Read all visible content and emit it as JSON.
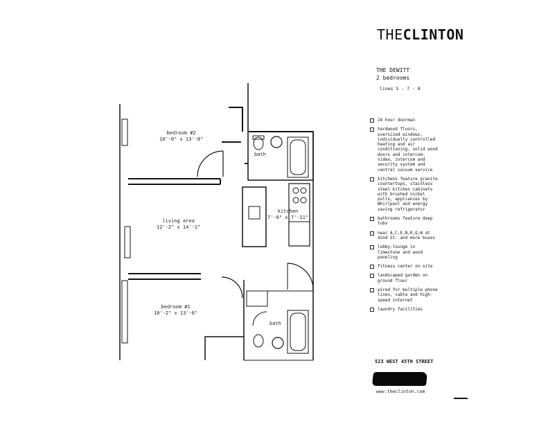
{
  "brand": {
    "prefix": "THE",
    "name": "CLINTON"
  },
  "unit": {
    "name": "THE DEWITT",
    "type": "2 bedrooms",
    "lines": "lines 5 - 7 - 8"
  },
  "features": [
    "24 hour doorman",
    "hardwood floors, oversized windows, individually controlled heating and air conditioning, solid wood doors and intercom-video, intercom and security system and central vacuum service",
    "kitchens feature granite countertops, stainless steel kitchen cabinets with brushed nickel pulls, appliances by Whirlpool and energy saving refrigerator",
    "bathrooms feature deep tubs",
    "near A,C,E,N,R,Q,W at 42nd St. and more buses",
    "lobby-lounge in limestone and wood paneling",
    "fitness center on-site",
    "landscaped garden on ground floor",
    "wired for multiple phone lines, cable and high-speed internet",
    "laundry facilities"
  ],
  "address": "523 WEST 45TH STREET",
  "website": "www.theclinton.com",
  "rooms": {
    "bedroom2_name": "bedroom #2",
    "bedroom2_size": "10'-0\" x 13'-8\"",
    "bath_top": "bath",
    "living_name": "living area",
    "living_size": "12'-2\" x 14'-1\"",
    "kitchen_name": "kitchen",
    "kitchen_size": "7'-0\" x 7'-11\"",
    "bedroom1_name": "bedroom #1",
    "bedroom1_size": "10'-2\" x 13'-6\"",
    "bath_bottom": "bath"
  },
  "colors": {
    "ink": "#111111",
    "paper": "#ffffff"
  }
}
